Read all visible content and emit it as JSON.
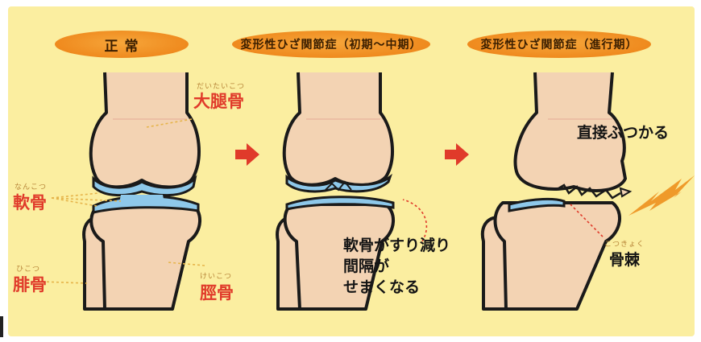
{
  "headers": {
    "normal": "正 常",
    "early": "変形性ひざ関節症（初期〜中期）",
    "advanced": "変形性ひざ関節症（進行期）"
  },
  "labels": {
    "femur": {
      "ruby": "だいたいこつ",
      "text": "大腿骨"
    },
    "cartilage": {
      "ruby": "なんこつ",
      "text": "軟骨"
    },
    "fibula": {
      "ruby": "ひこつ",
      "text": "腓骨"
    },
    "tibia": {
      "ruby": "けいこつ",
      "text": "脛骨"
    },
    "worn_line1": "軟骨がすり減り",
    "worn_line2": "間隔が",
    "worn_line3": "せまくなる",
    "collide": "直接ぶつかる",
    "spur": {
      "ruby": "こつきょく",
      "text": "骨棘"
    }
  },
  "colors": {
    "background": "#fbeea0",
    "bone": "#f3d3b3",
    "cartilage": "#8ec8ea",
    "header": "#ef8a1e",
    "label_red": "#e03a2a",
    "arrow": "#e03a2a"
  }
}
